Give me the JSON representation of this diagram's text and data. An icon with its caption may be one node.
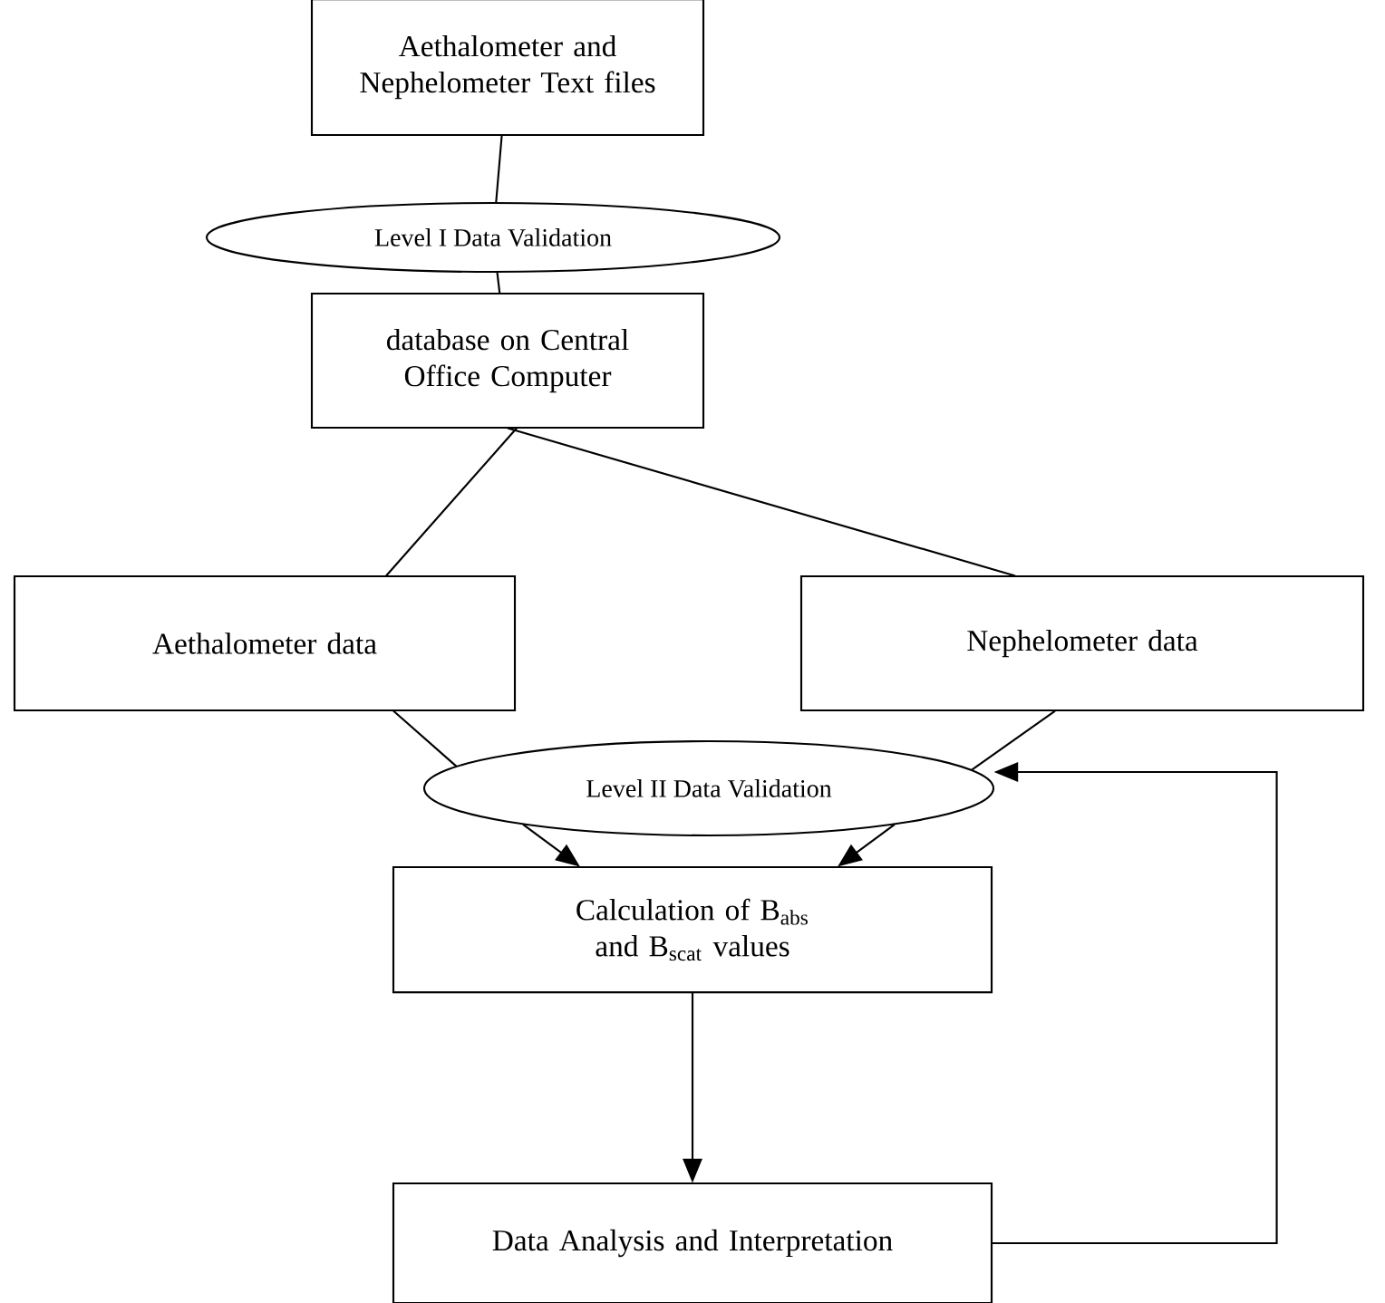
{
  "diagram": {
    "nodes": [
      {
        "text": [
          "Aethalometer and Nephelometer Text files"
        ]
      },
      {
        "text": [
          "Level I Data Validation"
        ]
      },
      {
        "text": [
          "database on Central Office Computer"
        ]
      },
      {
        "text": [
          "Aethalometer data"
        ]
      },
      {
        "text": [
          "Nephelometer data"
        ]
      },
      {
        "text": [
          "Level II Data Validation"
        ]
      },
      {
        "text": [
          "Calculation of B$_{abs}$ and B$_{scat}$ values"
        ]
      },
      {
        "text": [
          "Data Analysis and Interpretation"
        ]
      }
    ],
    "edges": [
      {
        "from": 0,
        "to": 1,
        "arrow": "none"
      },
      {
        "from": 1,
        "to": 2,
        "arrow": "none"
      },
      {
        "from": 2,
        "to": 3,
        "arrow": "none"
      },
      {
        "from": 2,
        "to": 4,
        "arrow": "none"
      },
      {
        "from": 3,
        "to": 5,
        "arrow": "none"
      },
      {
        "from": 4,
        "to": 5,
        "arrow": "none"
      },
      {
        "from": 5,
        "to": 6,
        "arrow": "to"
      },
      {
        "from": 5,
        "to": 6,
        "arrow": "to"
      },
      {
        "from": 6,
        "to": 7,
        "arrow": "to"
      },
      {
        "from": 7,
        "to": 5,
        "arrow": "to"
      }
    ]
  }
}
